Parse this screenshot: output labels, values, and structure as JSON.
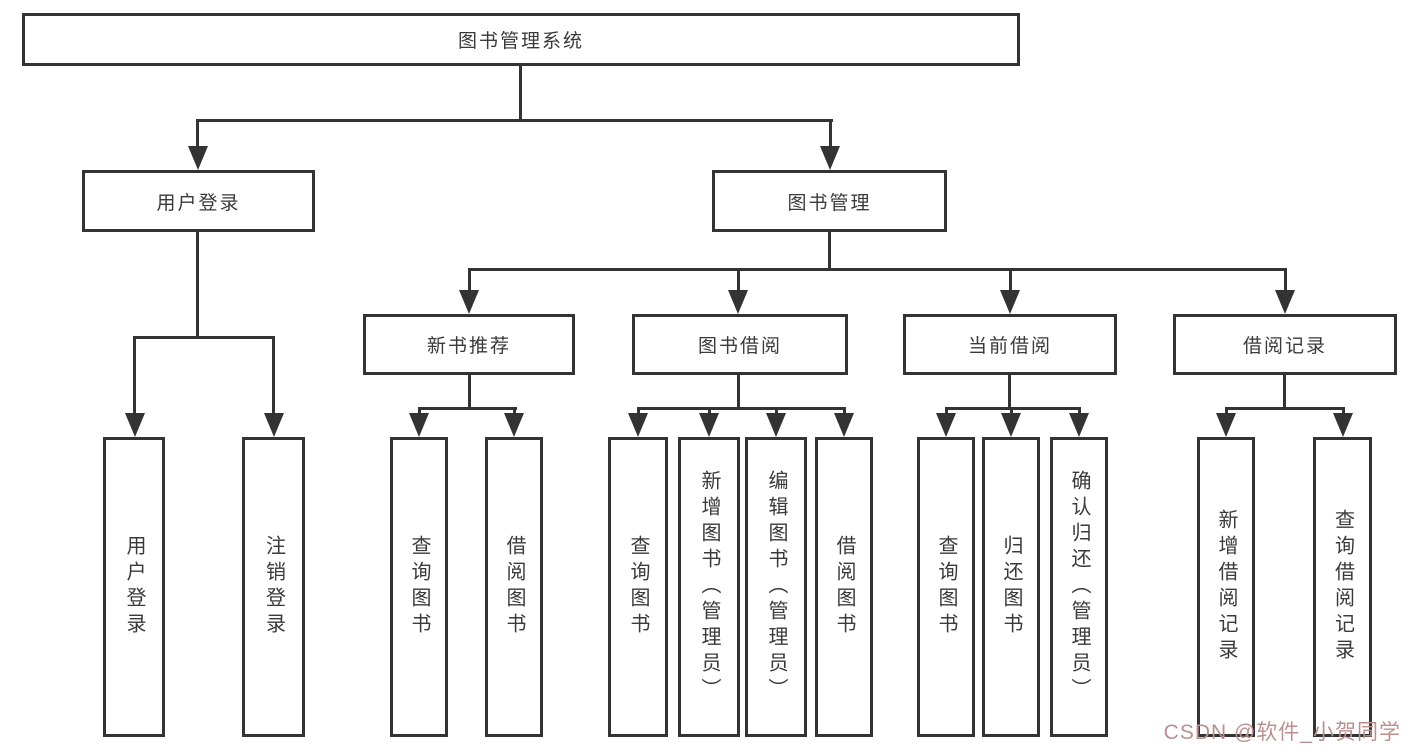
{
  "tree": {
    "root": {
      "label": "图书管理系统"
    },
    "children": [
      {
        "label": "用户登录",
        "children": [
          {
            "label": "用户登录"
          },
          {
            "label": "注销登录"
          }
        ]
      },
      {
        "label": "图书管理",
        "children": [
          {
            "label": "新书推荐",
            "children": [
              {
                "label": "查询图书"
              },
              {
                "label": "借阅图书"
              }
            ]
          },
          {
            "label": "图书借阅",
            "children": [
              {
                "label": "查询图书"
              },
              {
                "label": "新增图书（管理员）"
              },
              {
                "label": "编辑图书（管理员）"
              },
              {
                "label": "借阅图书"
              }
            ]
          },
          {
            "label": "当前借阅",
            "children": [
              {
                "label": "查询图书"
              },
              {
                "label": "归还图书"
              },
              {
                "label": "确认归还（管理员）"
              }
            ]
          },
          {
            "label": "借阅记录",
            "children": [
              {
                "label": "新增借阅记录"
              },
              {
                "label": "查询借阅记录"
              }
            ]
          }
        ]
      }
    ]
  },
  "watermark": {
    "text": "CSDN @软件_小贺同学",
    "color": "#bc8f8f"
  },
  "colors": {
    "line": "#333333",
    "text": "#3a3a3a",
    "background": "#ffffff"
  }
}
